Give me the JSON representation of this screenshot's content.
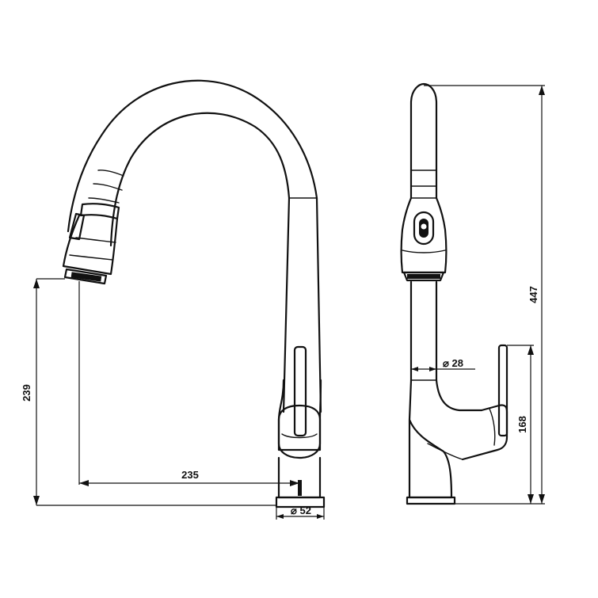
{
  "dimensions": {
    "spout_height": "239",
    "spout_reach": "235",
    "base_diameter": "⌀ 52",
    "body_diameter": "⌀ 28",
    "total_height": "447",
    "handle_height": "168"
  },
  "colors": {
    "line": "#111111",
    "background": "#ffffff"
  }
}
